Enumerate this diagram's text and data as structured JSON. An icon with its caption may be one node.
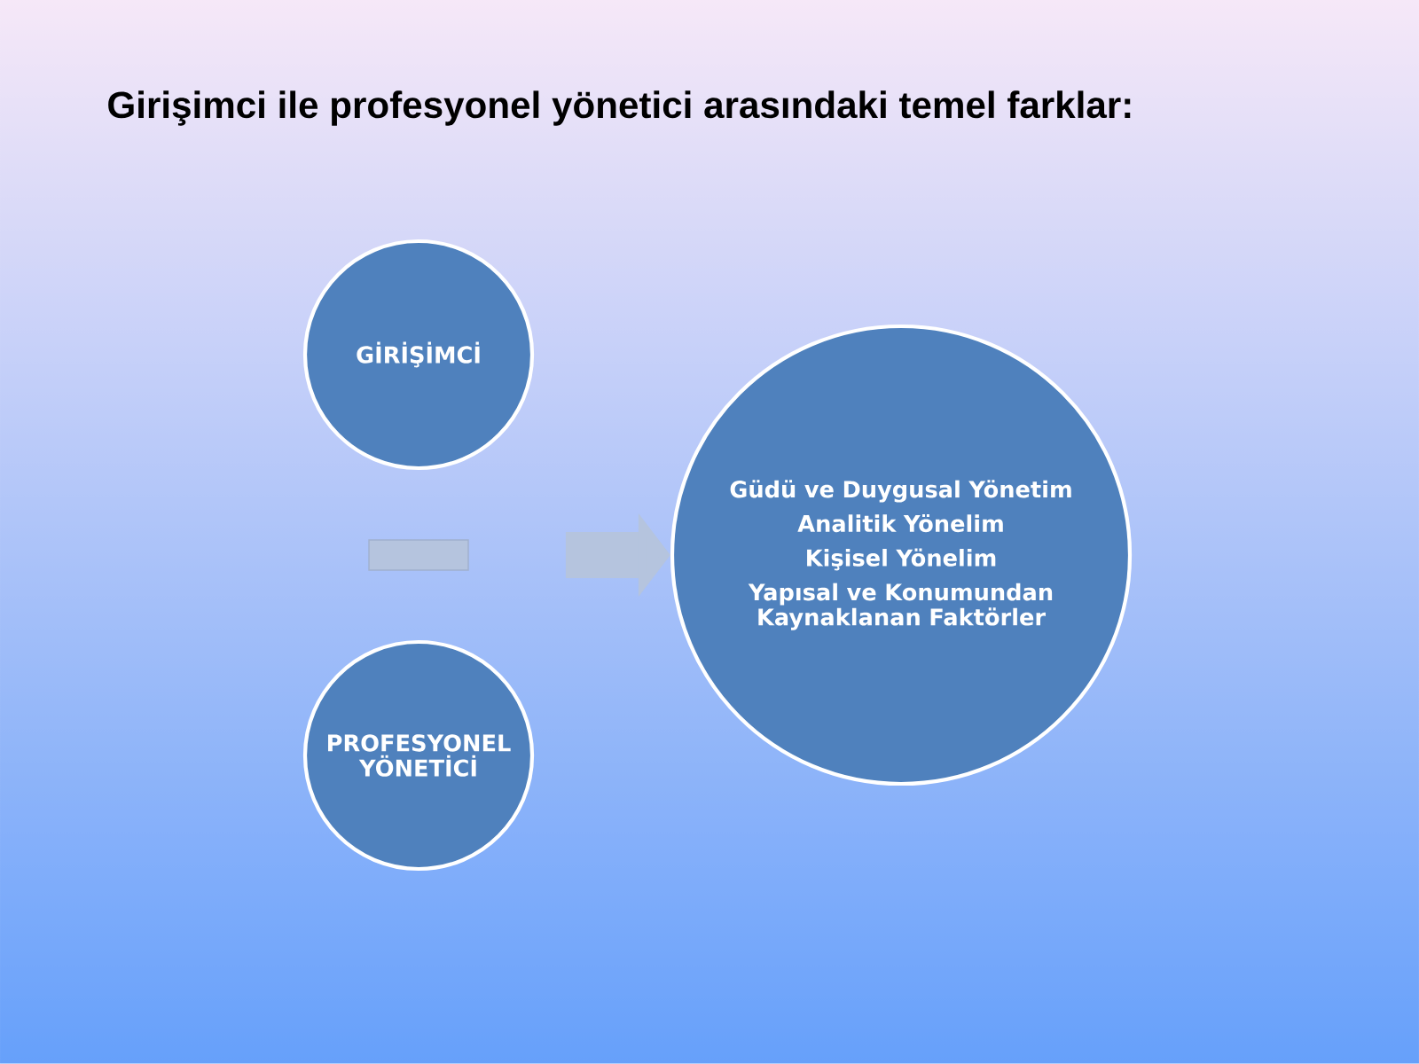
{
  "diagram": {
    "title": "Girişimci ile profesyonel yönetici arasındaki temel farklar:",
    "nodes": [
      {
        "text": [
          "GİRİŞİMCİ"
        ]
      },
      {
        "text": [],
        "shape": "bar"
      },
      {
        "text": [
          "PROFESYONEL YÖNETİCİ"
        ]
      },
      {
        "text": [
          "Güdü ve Duygusal Yönetim",
          "Analitik Yönelim",
          "Kişisel Yönelim",
          "Yapısal ve Konumundan Kaynaklanan Faktörler"
        ]
      }
    ],
    "edges": [
      {
        "from": null,
        "to": 3,
        "arrow": "to"
      }
    ]
  }
}
